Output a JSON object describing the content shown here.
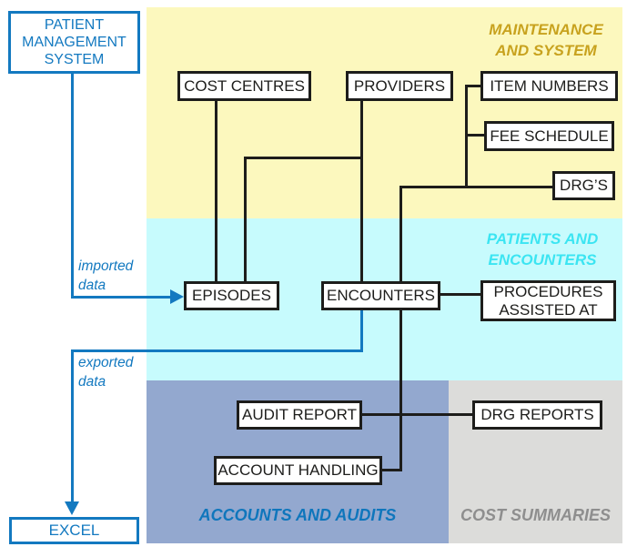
{
  "nodes": {
    "pms": "PATIENT MANAGEMENT SYSTEM",
    "cost_centres": "COST CENTRES",
    "providers": "PROVIDERS",
    "item_numbers": "ITEM NUMBERS",
    "fee_schedule": "FEE SCHEDULE",
    "drgs": "DRG’S",
    "episodes": "EPISODES",
    "encounters": "ENCOUNTERS",
    "procedures": "PROCEDURES ASSISTED AT",
    "audit_report": "AUDIT REPORT",
    "drg_reports": "DRG REPORTS",
    "account_handling": "ACCOUNT HANDLING",
    "excel": "EXCEL"
  },
  "region_titles": {
    "maintenance": "MAINTENANCE AND SYSTEM",
    "patients": "PATIENTS AND ENCOUNTERS",
    "accounts": "ACCOUNTS AND AUDITS",
    "cost": "COST SUMMARIES"
  },
  "flow_labels": {
    "imported": "imported data",
    "exported": "exported data"
  },
  "colors": {
    "blue": "#1379C0",
    "gold": "#C8A21E",
    "cyan_text": "#3BE5F2",
    "accounts_text": "#0F76BC",
    "gray_text": "#8E8E8E",
    "bg_yellow": "#FCF8BE",
    "bg_cyan": "#C7FBFD",
    "bg_slate": "#93A8CF",
    "bg_gray": "#DCDCDA",
    "line_black": "#1D1D1B"
  }
}
